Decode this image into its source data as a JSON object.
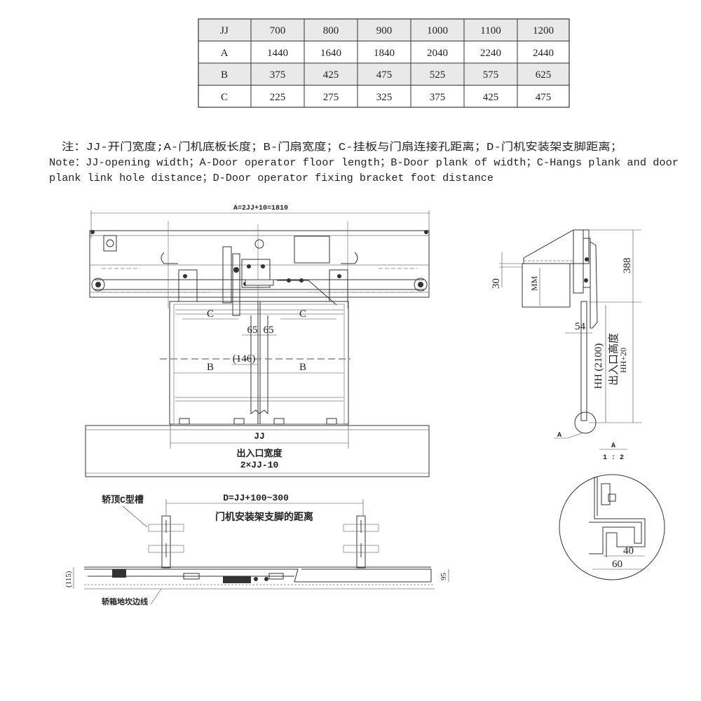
{
  "table": {
    "header": [
      "JJ",
      "700",
      "800",
      "900",
      "1000",
      "1100",
      "1200"
    ],
    "rows": [
      [
        "A",
        "1440",
        "1640",
        "1840",
        "2040",
        "2240",
        "2440"
      ],
      [
        "B",
        "375",
        "425",
        "475",
        "525",
        "575",
        "625"
      ],
      [
        "C",
        "225",
        "275",
        "325",
        "375",
        "425",
        "475"
      ]
    ]
  },
  "notes": {
    "cn": "注：JJ-开门宽度;A-门机底板长度；B-门扇宽度；C-挂板与门扇连接孔距离；D-门机安装架支脚距离；",
    "en_line1": "Note：JJ-opening width；A-Door operator floor length；B-Door plank of width；C-Hangs plank and door",
    "en_line2": "plank link hole distance；D-Door operator fixing bracket foot distance"
  },
  "front_view": {
    "a_dim": "A=2JJ+10=1810",
    "c_left": "C",
    "c_right": "C",
    "dim_65_left": "65",
    "dim_65_right": "65",
    "dim_146": "(146)",
    "b_left": "B",
    "b_right": "B",
    "jj": "JJ",
    "entrance_width_cn": "出入口宽度",
    "entrance_width_formula": "2×JJ-10"
  },
  "side_view": {
    "dim_30": "30",
    "dim_mm": "MM",
    "dim_388": "388",
    "dim_54": "54",
    "hh": "HH (2100)",
    "entrance_height_cn": "出入口高度",
    "hh_plus": "HH+20",
    "detail_ref": "A",
    "detail_title": "A",
    "detail_scale": "1 : 2",
    "dim_40": "40",
    "dim_60": "60"
  },
  "plan_view": {
    "c_channel": "轿顶C型槽",
    "d_dim": "D=JJ+100~300",
    "d_desc": "门机安装架支脚的距离",
    "sill_edge": "轿箱地坎边线",
    "dim_115": "(115)",
    "dim_95": "95"
  }
}
